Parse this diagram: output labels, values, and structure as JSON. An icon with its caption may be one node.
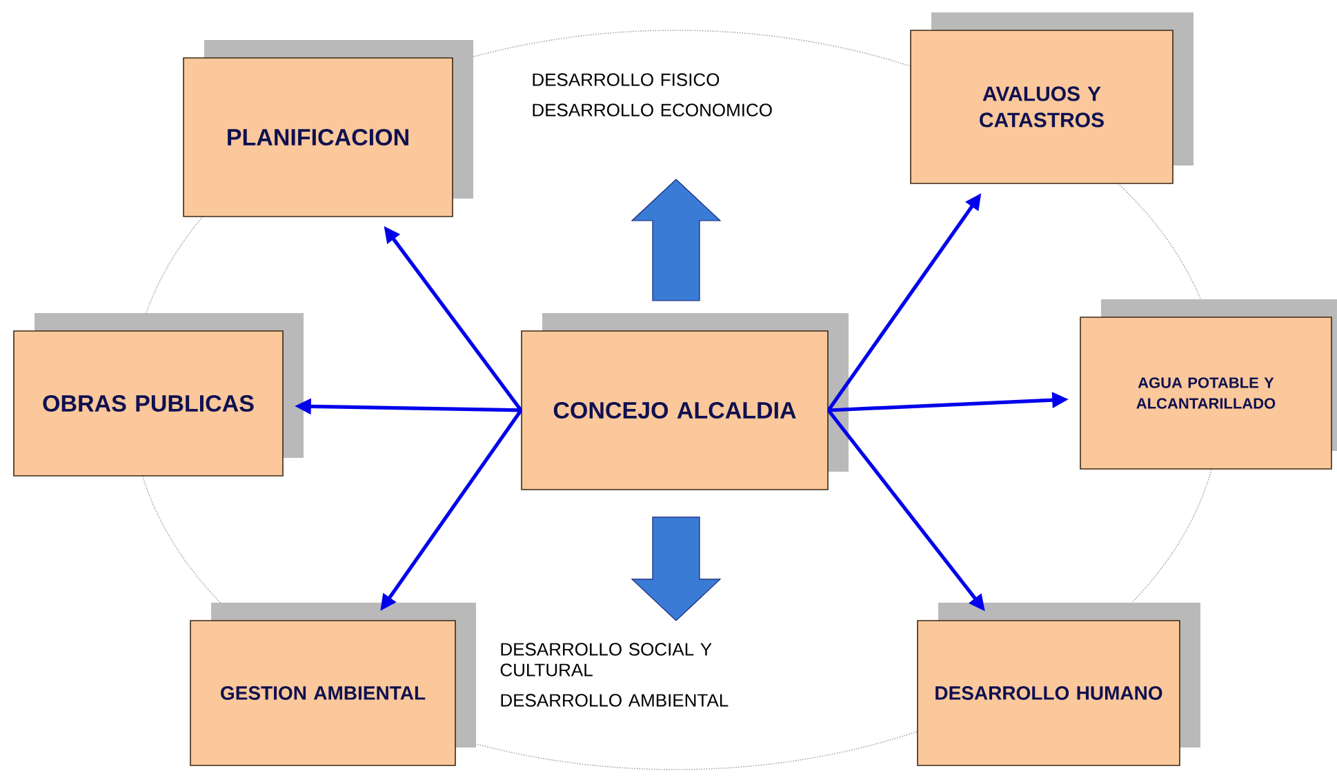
{
  "diagram": {
    "nodes": [
      {
        "text": [
          "PLANIFICACION"
        ]
      },
      {
        "text": [
          "AVALUOS Y CATASTROS"
        ]
      },
      {
        "text": [
          "OBRAS PUBLICAS"
        ]
      },
      {
        "text": [
          "CONCEJO ALCALDIA"
        ]
      },
      {
        "text": [
          "AGUA POTABLE Y ALCANTARILLADO"
        ]
      },
      {
        "text": [
          "GESTION AMBIENTAL"
        ]
      },
      {
        "text": [
          "DESARROLLO HUMANO"
        ]
      }
    ],
    "edges": [
      {
        "from": 3,
        "to": 0,
        "arrow": "to"
      },
      {
        "from": 3,
        "to": 1,
        "arrow": "to"
      },
      {
        "from": 3,
        "to": 2,
        "arrow": "to"
      },
      {
        "from": 3,
        "to": 4,
        "arrow": "to"
      },
      {
        "from": 3,
        "to": 5,
        "arrow": "to"
      },
      {
        "from": 3,
        "to": 6,
        "arrow": "to"
      }
    ],
    "labels": [
      "DESARROLLO FISICO",
      "DESARROLLO ECONOMICO",
      "DESARROLLO SOCIAL Y CULTURAL",
      "DESARROLLO AMBIENTAL"
    ]
  }
}
